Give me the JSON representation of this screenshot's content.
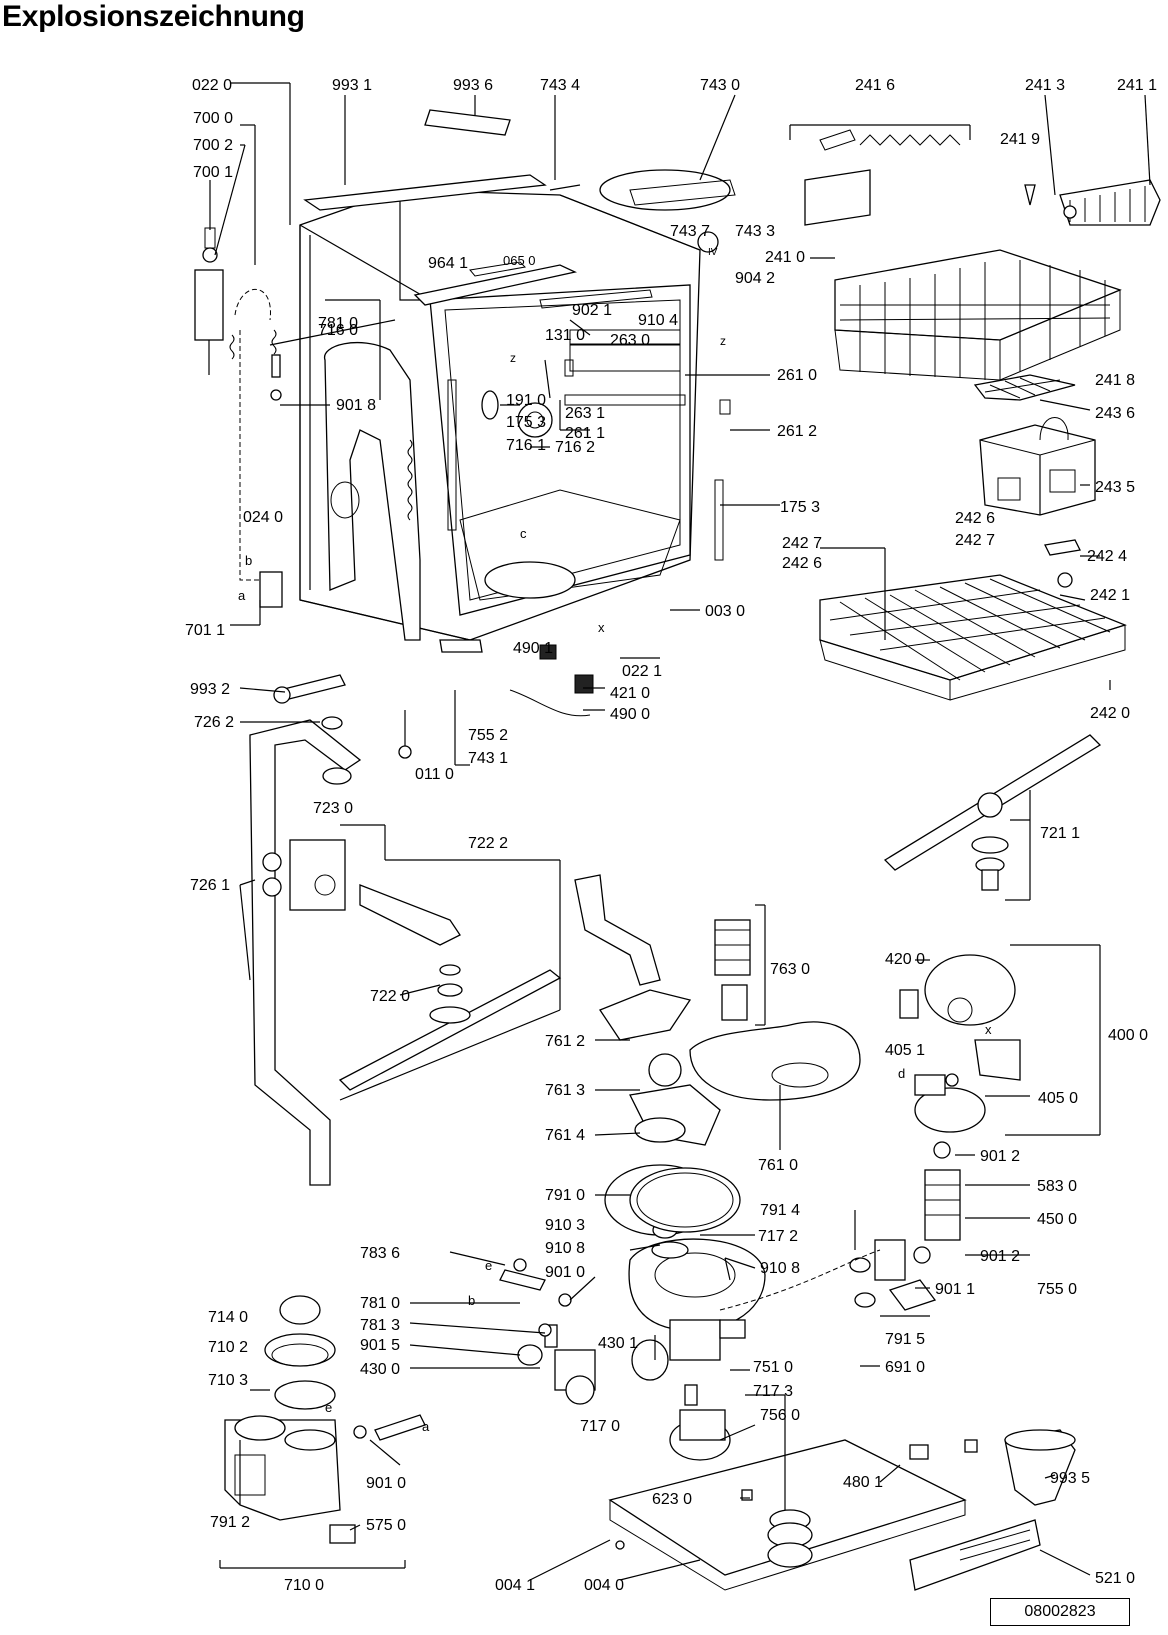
{
  "title": "Explosionszeichnung",
  "doc_number": "08002823",
  "labels": [
    "022 0",
    "993 1",
    "993 6",
    "743 4",
    "743 0",
    "241 6",
    "241 3",
    "241 1",
    "700 0",
    "700 2",
    "700 1",
    "241 9",
    "743 7",
    "743 3",
    "241 0",
    "964 1",
    "065 0",
    "902 1",
    "904 2",
    "910 4",
    "716 0",
    "781 0",
    "131 0",
    "263 0",
    "261 0",
    "901 8",
    "191 0",
    "175 3",
    "263 1",
    "261 1",
    "261 2",
    "241 8",
    "243 6",
    "716 1",
    "716 2",
    "243 5",
    "175 3",
    "024 0",
    "242 6",
    "242 7",
    "242 7",
    "242 6",
    "242 4",
    "242 1",
    "701 1",
    "003 0",
    "490 1",
    "022 1",
    "421 0",
    "490 0",
    "993 2",
    "242 0",
    "726 2",
    "755 2",
    "743 1",
    "011 0",
    "723 0",
    "721 1",
    "722 2",
    "726 1",
    "763 0",
    "420 0",
    "722 0",
    "400 0",
    "761 2",
    "405 1",
    "761 3",
    "405 0",
    "761 4",
    "761 0",
    "901 2",
    "791 0",
    "583 0",
    "791 4",
    "450 0",
    "910 3",
    "717 2",
    "910 8",
    "910 8",
    "783 6",
    "901 0",
    "901 2",
    "755 0",
    "781 0",
    "901 1",
    "714 0",
    "781 3",
    "791 5",
    "710 2",
    "901 5",
    "430 1",
    "751 0",
    "691 0",
    "430 0",
    "710 3",
    "717 3",
    "756 0",
    "717 0",
    "480 1",
    "993 5",
    "901 0",
    "791 2",
    "623 0",
    "575 0",
    "521 0",
    "710 0",
    "004 1",
    "004 0"
  ],
  "letters": [
    "z",
    "z",
    "b",
    "a",
    "c",
    "x",
    "e",
    "b",
    "e",
    "a",
    "d",
    "x",
    "IV"
  ]
}
